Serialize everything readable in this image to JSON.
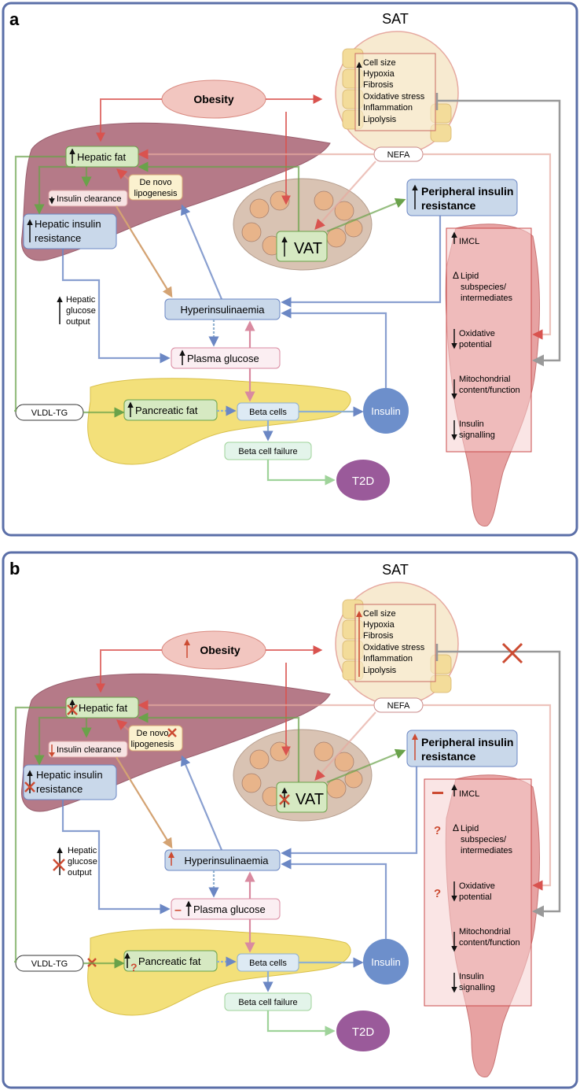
{
  "panels": [
    {
      "letter": "a",
      "sat": {
        "title": "SAT",
        "items": [
          "Cell size",
          "Hypoxia",
          "Fibrosis",
          "Oxidative stress",
          "Inflammation",
          "Lipolysis"
        ],
        "nefa": "NEFA"
      },
      "obesity": "Obesity",
      "hepatic_fat": "Hepatic fat",
      "de_novo": [
        "De novo",
        "lipogenesis"
      ],
      "insulin_clearance": "Insulin clearance",
      "hepatic_ir": [
        "Hepatic insulin",
        "resistance"
      ],
      "hepatic_glucose": [
        "Hepatic",
        "glucose",
        "output"
      ],
      "vat": "VAT",
      "peripheral_ir": [
        "Peripheral insulin",
        "resistance"
      ],
      "hyperinsulinaemia": "Hyperinsulinaemia",
      "plasma_glucose": "Plasma glucose",
      "vldl": "VLDL-TG",
      "pancreatic_fat": "Pancreatic fat",
      "beta_cells": "Beta cells",
      "insulin": "Insulin",
      "beta_failure": "Beta cell failure",
      "t2d": "T2D",
      "muscle": {
        "imcl": "IMCL",
        "lipid": [
          "Lipid",
          "subspecies/",
          "intermediates"
        ],
        "oxidative": [
          "Oxidative",
          "potential"
        ],
        "mito": [
          "Mitochondrial",
          "content/function"
        ],
        "signalling": [
          "Insulin",
          "signalling"
        ]
      }
    },
    {
      "letter": "b",
      "sat": {
        "title": "SAT",
        "items": [
          "Cell size",
          "Hypoxia",
          "Fibrosis",
          "Oxidative stress",
          "Inflammation",
          "Lipolysis"
        ],
        "nefa": "NEFA"
      },
      "obesity": "Obesity",
      "hepatic_fat": "Hepatic fat",
      "de_novo": [
        "De novo",
        "lipogenesis"
      ],
      "insulin_clearance": "Insulin clearance",
      "hepatic_ir": [
        "Hepatic insulin",
        "resistance"
      ],
      "hepatic_glucose": [
        "Hepatic",
        "glucose",
        "output"
      ],
      "vat": "VAT",
      "peripheral_ir": [
        "Peripheral insulin",
        "resistance"
      ],
      "hyperinsulinaemia": "Hyperinsulinaemia",
      "plasma_glucose": "Plasma glucose",
      "vldl": "VLDL-TG",
      "pancreatic_fat": "Pancreatic fat",
      "beta_cells": "Beta cells",
      "insulin": "Insulin",
      "beta_failure": "Beta cell failure",
      "t2d": "T2D",
      "muscle": {
        "imcl": "IMCL",
        "lipid": [
          "Lipid",
          "subspecies/",
          "intermediates"
        ],
        "oxidative": [
          "Oxidative",
          "potential"
        ],
        "mito": [
          "Mitochondrial",
          "content/function"
        ],
        "signalling": [
          "Insulin",
          "signalling"
        ]
      },
      "markers": {
        "question": "?",
        "dash": "–"
      }
    }
  ],
  "colors": {
    "frame": "#5b6fa8",
    "liver": "#b57a88",
    "pancreas": "#f3e07a",
    "green_box": "#d6e9c2",
    "blue_box": "#c9d8ea",
    "pink_box": "#fbeef2",
    "obesity": "#f2c6c0",
    "t2d": "#9a5a9a",
    "insulin": "#6d8fcb",
    "red_arrow": "#d9534f",
    "green_arrow": "#6aa24a",
    "blue_arrow": "#6b87c4",
    "orange_arrow": "#d4a373",
    "grey_arrow": "#999999",
    "mark_red": "#cc4b32"
  }
}
